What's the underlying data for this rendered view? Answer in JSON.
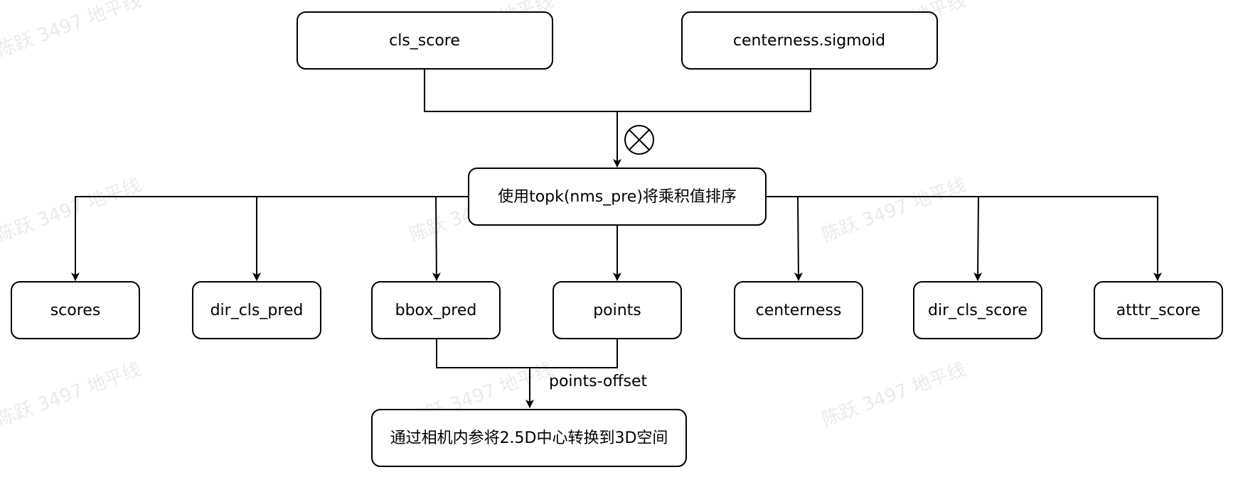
{
  "watermark": "陈跃 3497 地平线",
  "nodes": {
    "cls_score": "cls_score",
    "centerness_sigmoid": "centerness.sigmoid",
    "topk_sort": "使用topk(nms_pre)将乘积值排序",
    "scores": "scores",
    "dir_cls_pred": "dir_cls_pred",
    "bbox_pred": "bbox_pred",
    "points": "points",
    "centerness": "centerness",
    "dir_cls_score": "dir_cls_score",
    "attr_score": "atttr_score",
    "convert_3d": "通过相机内参将2.5D中心转换到3D空间"
  },
  "edge_labels": {
    "points_offset": "points-offset"
  },
  "symbols": {
    "multiply": "otimes-icon"
  }
}
